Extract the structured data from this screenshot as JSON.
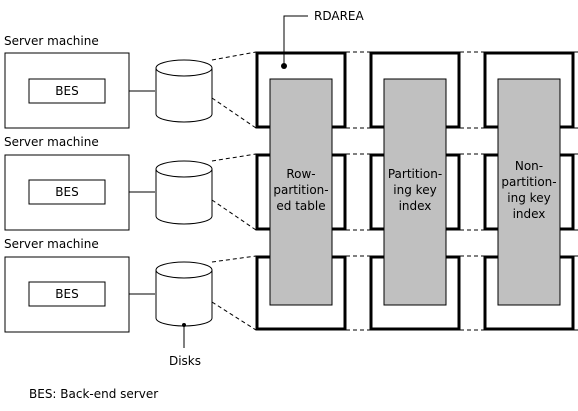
{
  "rdarea_label": "RDAREA",
  "server_label": "Server machine",
  "bes_label": "BES",
  "disks_label": "Disks",
  "legend": "BES: Back-end server",
  "columns": [
    {
      "lines": [
        "Row-",
        "partition-",
        "ed table"
      ]
    },
    {
      "lines": [
        "Partition-",
        "ing key",
        "index"
      ]
    },
    {
      "lines": [
        "Non-",
        "partition-",
        "ing key",
        "index"
      ]
    }
  ],
  "colors": {
    "stroke": "#000000",
    "fill_column": "#c0c0c0",
    "background": "#ffffff"
  }
}
